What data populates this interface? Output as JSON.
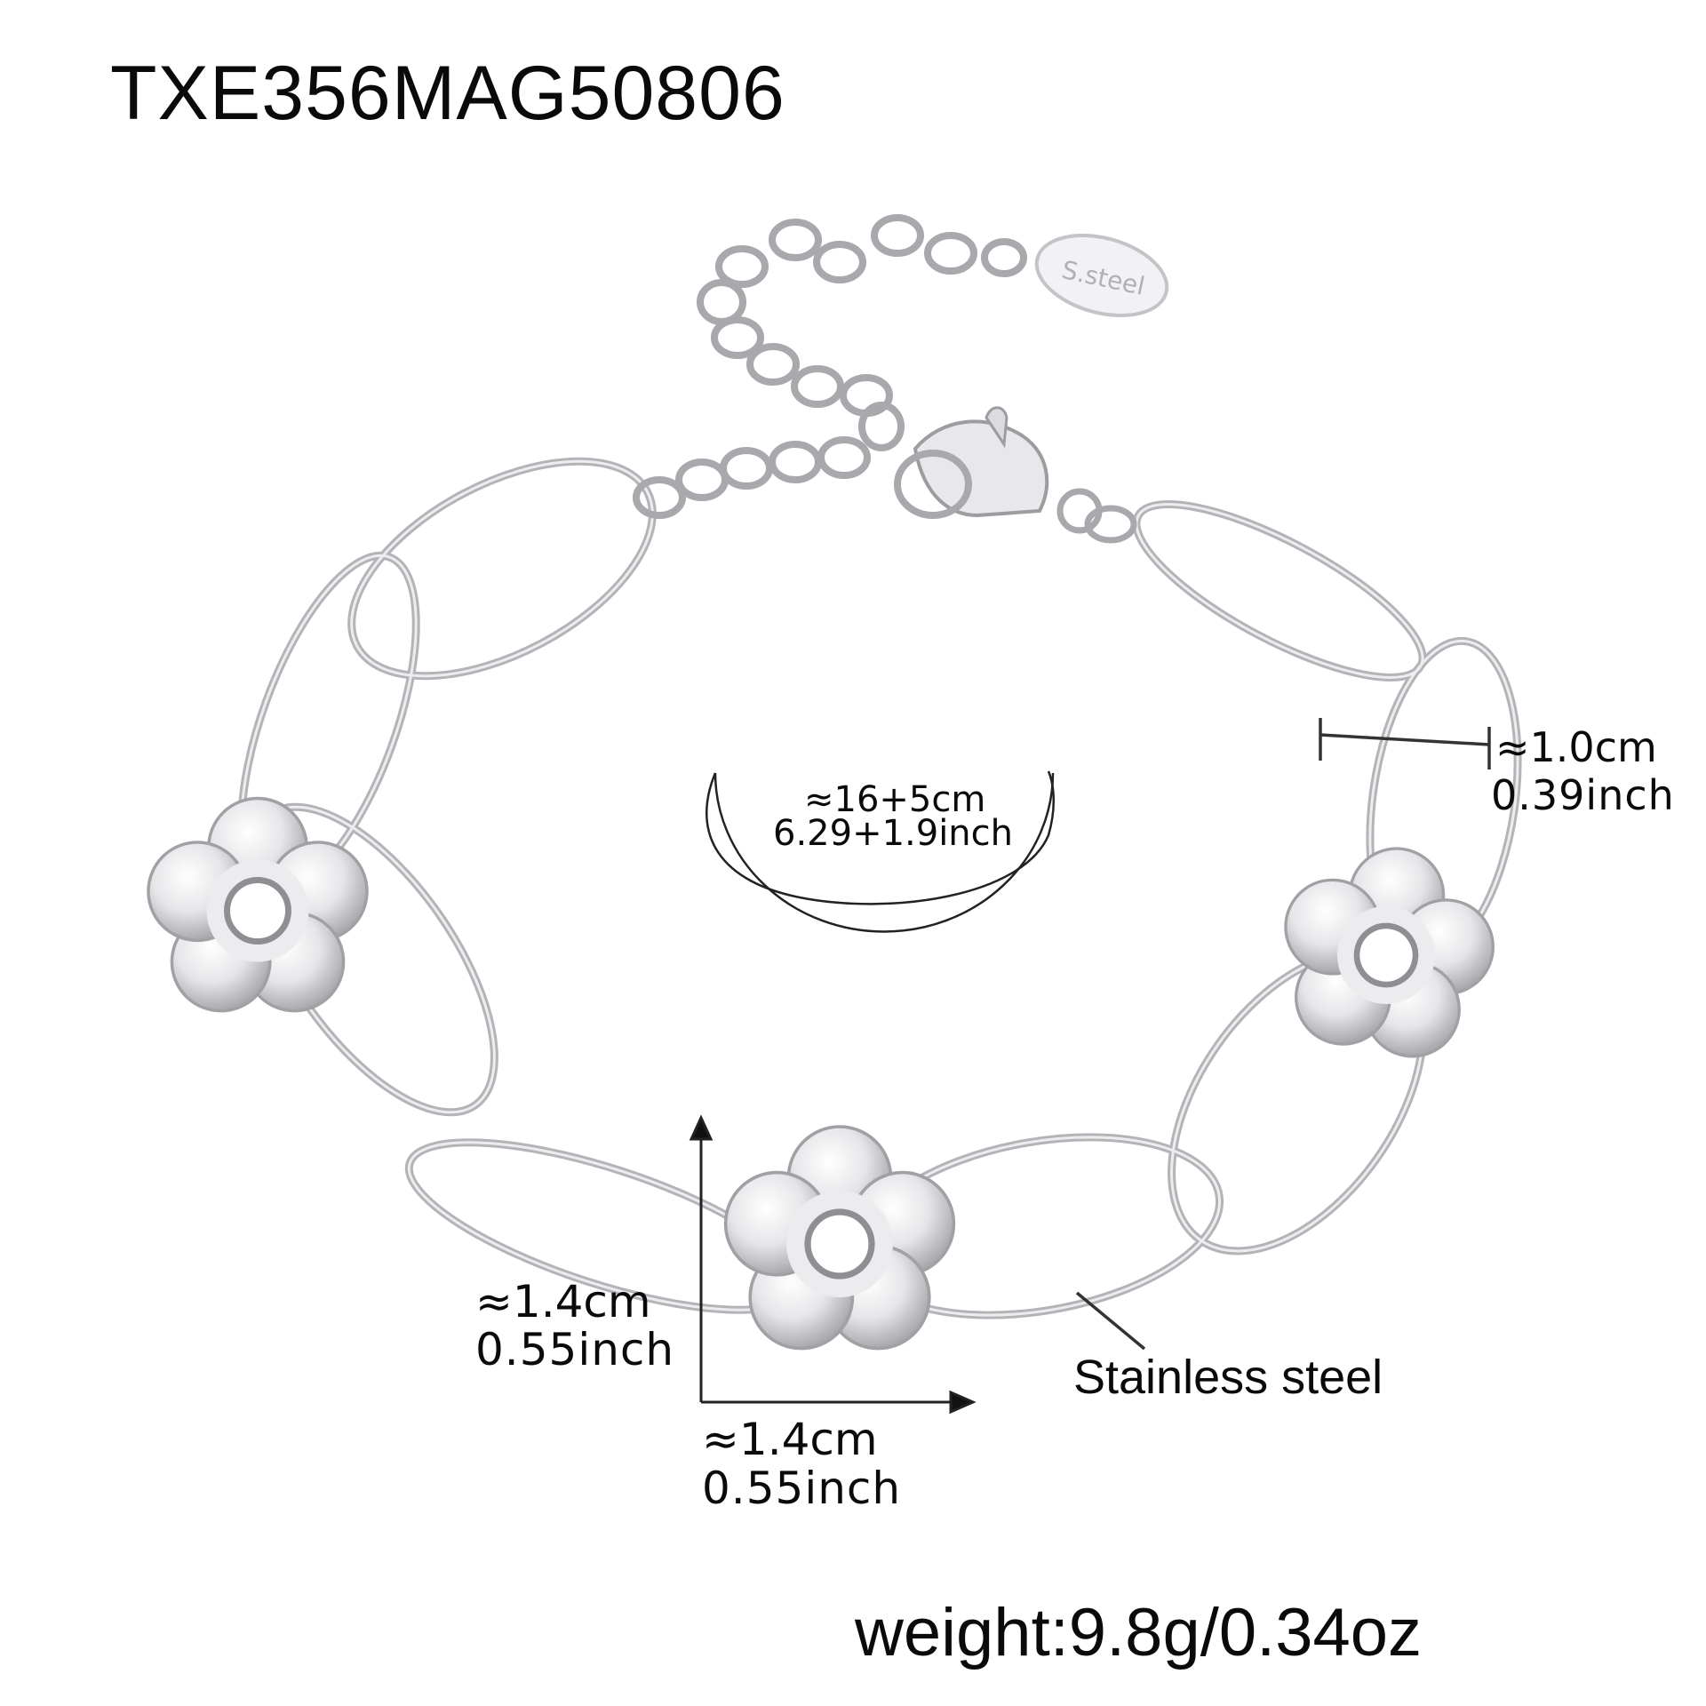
{
  "product": {
    "sku": "TXE356MAG50806",
    "tag_engraving": "S.steel",
    "material_label": "Stainless steel",
    "weight_label": "weight:9.8g/0.34oz"
  },
  "dimensions": {
    "total_length": {
      "cm": "≈16+5cm",
      "inch": "6.29+1.9inch"
    },
    "link_width": {
      "cm": "≈1.0cm",
      "inch": "0.39inch"
    },
    "flower_height": {
      "cm": "≈1.4cm",
      "inch": "0.55inch"
    },
    "flower_width": {
      "cm": "≈1.4cm",
      "inch": "0.55inch"
    }
  },
  "colors": {
    "background": "#ffffff",
    "text": "#0a0a0a",
    "metal_dark": "#9a9a9e",
    "metal_mid": "#c9c9cc",
    "metal_light": "#f4f4f6"
  }
}
